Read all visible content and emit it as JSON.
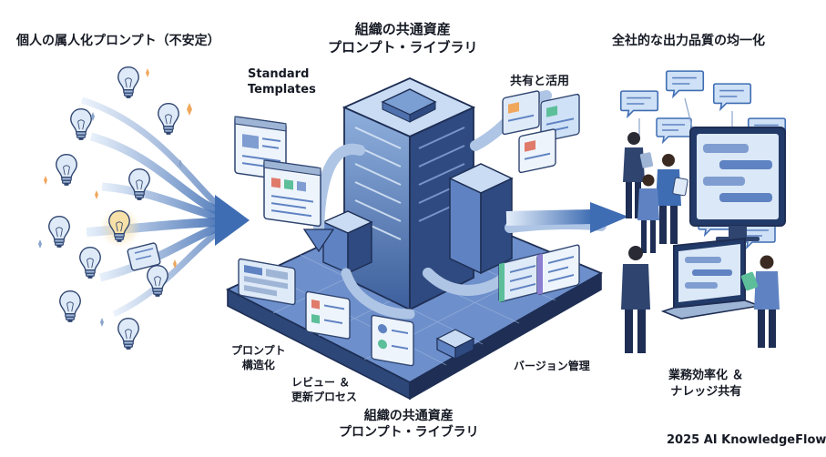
{
  "left_title": "個人の属人化プロンプト（不安定）",
  "middle_title": {
    "line1": "組織の共通資産",
    "line2": "プロンプト・ライブラリ"
  },
  "right_title": "全社的な出力品質の均一化",
  "standard_templates": {
    "line1": "Standard",
    "line2": "Templates"
  },
  "share_label": "共有と活用",
  "structure_label": {
    "line1": "プロンプト",
    "line2": "構造化"
  },
  "review_label": {
    "line1": "レビュー ＆",
    "line2": "更新プロセス"
  },
  "version_label": "バージョン管理",
  "bottom_title": {
    "line1": "組織の共通資産",
    "line2": "プロンプト・ライブラリ"
  },
  "efficiency_label": {
    "line1": "業務効率化 ＆",
    "line2": "ナレッジ共有"
  },
  "brand": "2025 AI KnowledgeFlow",
  "colors": {
    "primary_blue": "#3f6db3",
    "light_blue": "#a9c6ea",
    "pale_blue": "#dbe8f7",
    "navy": "#1e2e54",
    "bulb_glow": "#f4d89a",
    "accent_red": "#e07a6a",
    "accent_green": "#5cbf9a",
    "accent_orange": "#f0a75c"
  }
}
